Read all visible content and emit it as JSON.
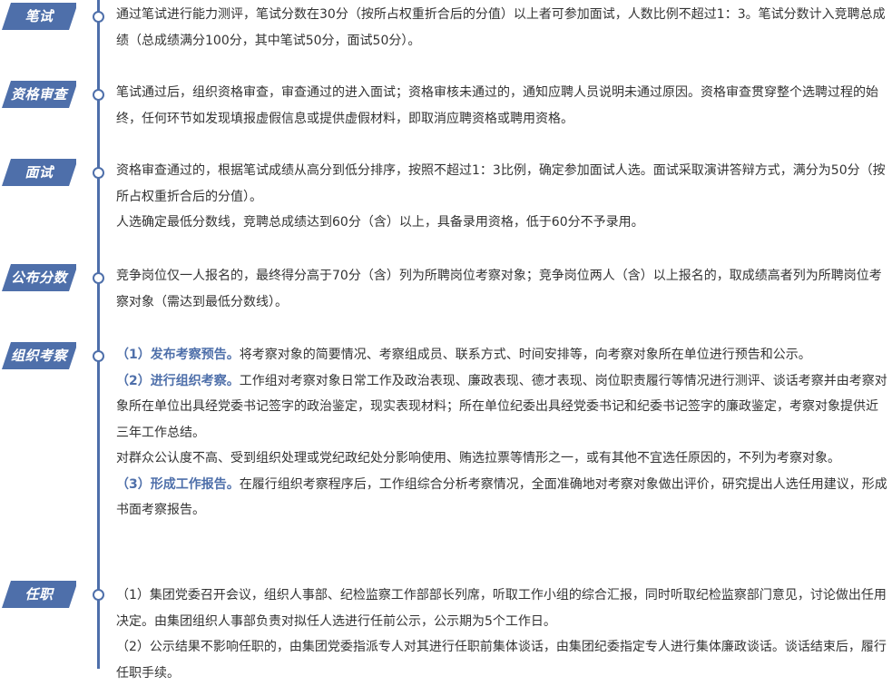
{
  "theme": {
    "accent": "#4e6faa",
    "text": "#333333",
    "label_text": "#ffffff"
  },
  "sections": [
    {
      "label": "笔试",
      "paragraphs": [
        {
          "text": "通过笔试进行能力测评，笔试分数在30分（按所占权重折合后的分值）以上者可参加面试，人数比例不超过1：3。笔试分数计入竞聘总成绩（总成绩满分100分，其中笔试50分，面试50分）。"
        }
      ]
    },
    {
      "label": "资格审查",
      "paragraphs": [
        {
          "text": "笔试通过后，组织资格审查，审查通过的进入面试；资格审核未通过的，通知应聘人员说明未通过原因。资格审查贯穿整个选聘过程的始终，任何环节如发现填报虚假信息或提供虚假材料，即取消应聘资格或聘用资格。"
        }
      ]
    },
    {
      "label": "面试",
      "paragraphs": [
        {
          "text": "资格审查通过的，根据笔试成绩从高分到低分排序，按照不超过1：3比例，确定参加面试人选。面试采取演讲答辩方式，满分为50分（按所占权重折合后的分值）。"
        },
        {
          "text": "人选确定最低分数线，竞聘总成绩达到60分（含）以上，具备录用资格，低于60分不予录用。"
        }
      ]
    },
    {
      "label": "公布分数",
      "paragraphs": [
        {
          "text": "竞争岗位仅一人报名的，最终得分高于70分（含）列为所聘岗位考察对象；竞争岗位两人（含）以上报名的，取成绩高者列为所聘岗位考察对象（需达到最低分数线）。"
        }
      ]
    },
    {
      "label": "组织考察",
      "paragraphs": [
        {
          "highlight": "（1）发布考察预告。",
          "text": "将考察对象的简要情况、考察组成员、联系方式、时间安排等，向考察对象所在单位进行预告和公示。"
        },
        {
          "highlight": "（2）进行组织考察。",
          "text": "工作组对考察对象日常工作及政治表现、廉政表现、德才表现、岗位职责履行等情况进行测评、谈话考察并由考察对象所在单位出具经党委书记签字的政治鉴定，现实表现材料；所在单位纪委出具经党委书记和纪委书记签字的廉政鉴定，考察对象提供近三年工作总结。"
        },
        {
          "text": "对群众公认度不高、受到组织处理或党纪政纪处分影响使用、贿选拉票等情形之一，或有其他不宜选任原因的，不列为考察对象。"
        },
        {
          "highlight": "（3）形成工作报告。",
          "text": "在履行组织考察程序后，工作组综合分析考察情况，全面准确地对考察对象做出评价，研究提出人选任用建议，形成书面考察报告。"
        }
      ]
    },
    {
      "label": "任职",
      "paragraphs": [
        {
          "text": "（1）集团党委召开会议，组织人事部、纪检监察工作部部长列席，听取工作小组的综合汇报，同时听取纪检监察部门意见，讨论做出任用决定。由集团组织人事部负责对拟任人选进行任前公示，公示期为5个工作日。"
        },
        {
          "text": "（2）公示结果不影响任职的，由集团党委指派专人对其进行任职前集体谈话，由集团纪委指定专人进行集体廉政谈话。谈话结束后，履行任职手续。"
        }
      ]
    }
  ]
}
